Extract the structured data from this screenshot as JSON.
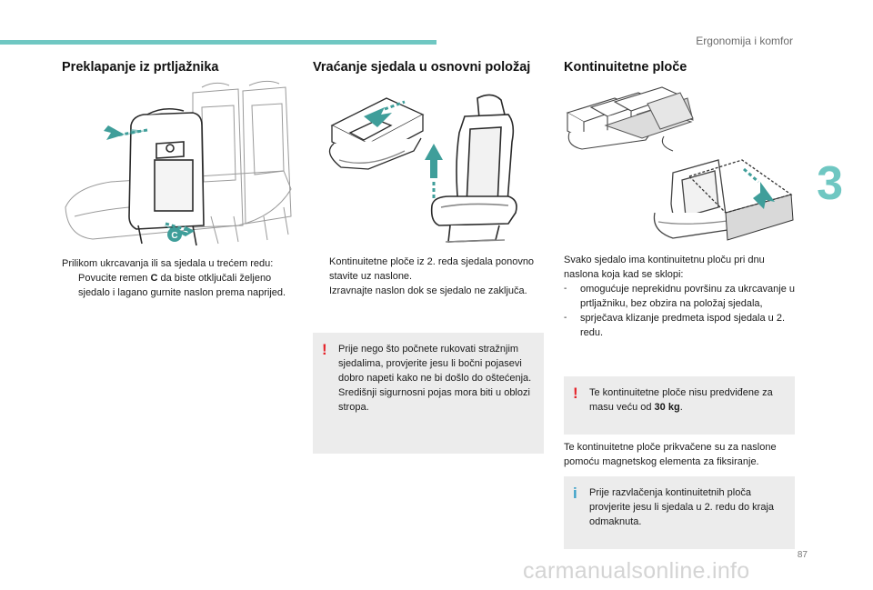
{
  "header": {
    "section_title": "Ergonomija i komfor",
    "chapter": "3",
    "page_number": "87"
  },
  "col1": {
    "title": "Preklapanje iz prtljažnika",
    "callout_letter": "C",
    "intro": "Prilikom ukrcavanja ili sa sjedala u trećem redu:",
    "bullet_marker": "",
    "bullet_before": "Povucite remen ",
    "bullet_bold": "C",
    "bullet_after": " da biste otključali željeno sjedalo i lagano gurnite naslon prema naprijed."
  },
  "col2": {
    "title": "Vraćanje sjedala u osnovni položaj",
    "bullets": [
      {
        "marker": "",
        "text": "Kontinuitetne ploče iz 2. reda sjedala ponovno stavite uz naslone."
      },
      {
        "marker": "",
        "text": "Izravnajte naslon dok se sjedalo ne zaključa."
      }
    ],
    "warning_icon": "!",
    "warning_text": "Prije nego što počnete rukovati stražnjim sjedalima, provjerite jesu li bočni pojasevi dobro napeti kako ne bi došlo do oštećenja. Središnji sigurnosni pojas mora biti u oblozi stropa."
  },
  "col3": {
    "title": "Kontinuitetne ploče",
    "intro": "Svako sjedalo ima kontinuitetnu ploču pri dnu naslona koja kad se sklopi:",
    "bullets": [
      {
        "marker": "-",
        "text": "omogućuje neprekidnu površinu za ukrcavanje u prtljažniku, bez obzira na položaj sjedala,"
      },
      {
        "marker": "-",
        "text": "sprječava klizanje predmeta ispod sjedala u 2. redu."
      }
    ],
    "warning_icon": "!",
    "warning_before": "Te kontinuitetne ploče nisu predviđene za masu veću od ",
    "warning_bold": "30 kg",
    "warning_after": ".",
    "paragraph": "Te kontinuitetne ploče prikvačene su za naslone pomoću magnetskog elementa za fiksiranje.",
    "info_icon": "i",
    "info_text": "Prije razvlačenja kontinuitetnih ploča provjerite jesu li sjedala u 2. redu do kraja odmaknuta."
  },
  "watermark": "carmanualsonline.info",
  "colors": {
    "accent": "#6fc7c2",
    "warning": "#e5242b",
    "info": "#3aa0c8",
    "note_bg": "#ececec"
  }
}
